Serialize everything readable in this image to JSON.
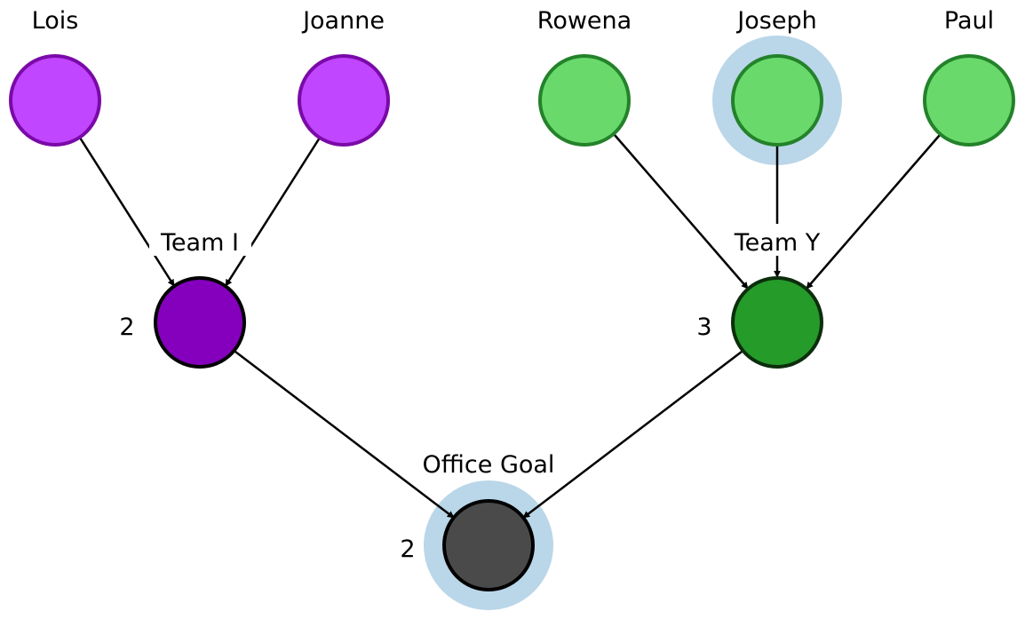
{
  "colors": {
    "purple_fill": "#c046ff",
    "purple_stroke": "#7a0aa8",
    "purple_team_fill": "#8400bd",
    "green_fill": "#6ad96c",
    "green_stroke": "#23822a",
    "green_team_fill": "#259b29",
    "green_team_stroke": "#0c2e0d",
    "goal_fill": "#4a4a4a",
    "goal_stroke": "#000000",
    "highlight": "#bad6e9"
  },
  "members": [
    {
      "name": "Lois",
      "group": "purple",
      "highlight": false
    },
    {
      "name": "Joanne",
      "group": "purple",
      "highlight": false
    },
    {
      "name": "Rowena",
      "group": "green",
      "highlight": false
    },
    {
      "name": "Joseph",
      "group": "green",
      "highlight": true
    },
    {
      "name": "Paul",
      "group": "green",
      "highlight": false
    }
  ],
  "teams": [
    {
      "name": "Team I",
      "count": "2",
      "group": "purple"
    },
    {
      "name": "Team Y",
      "count": "3",
      "group": "green"
    }
  ],
  "goal": {
    "name": "Office Goal",
    "count": "2",
    "highlight": true
  }
}
